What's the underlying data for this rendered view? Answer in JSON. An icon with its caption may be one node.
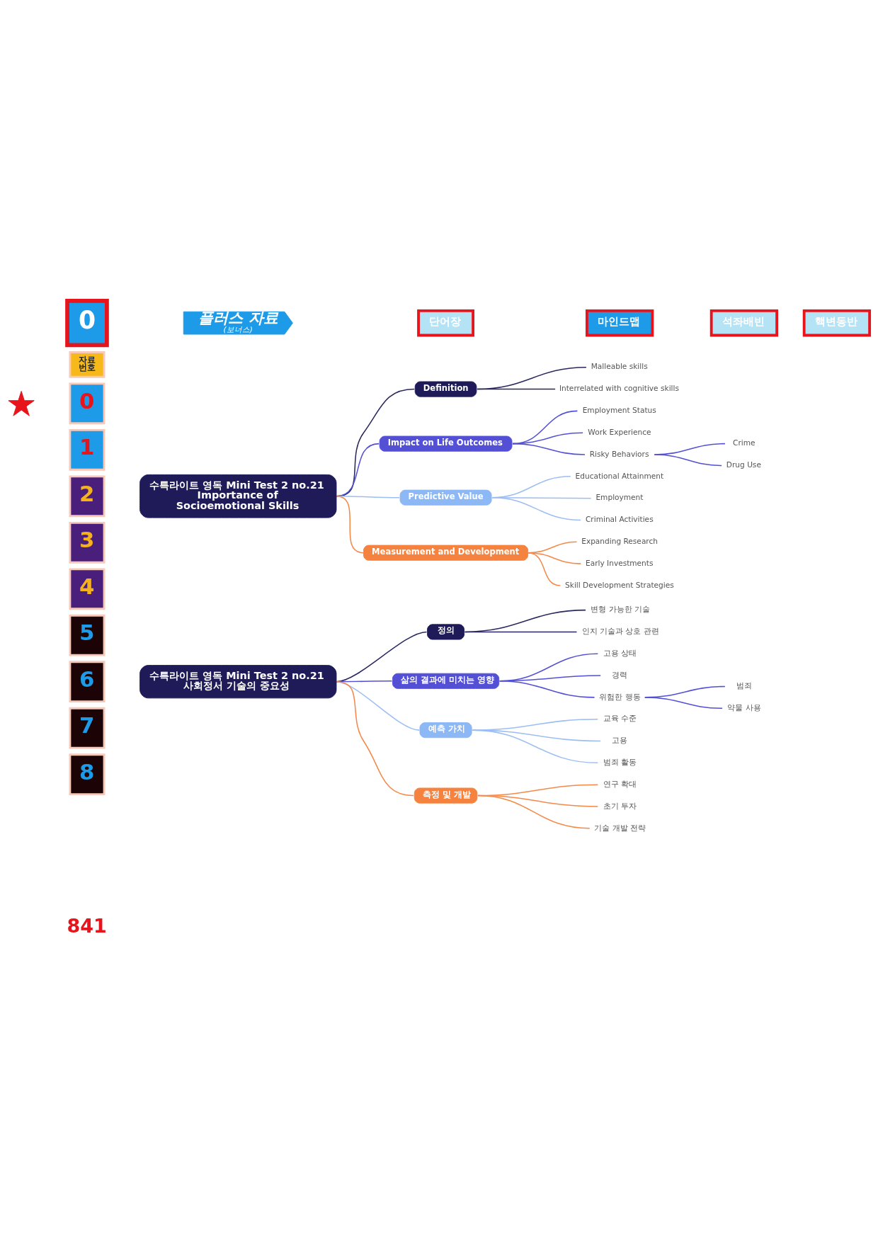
{
  "diagram": {
    "nodes": [
      {
        "text": [
          "0"
        ]
      },
      {
        "text": [
          "플러스 자료",
          "(보너스)"
        ]
      },
      {
        "text": [
          "단어장"
        ]
      },
      {
        "text": [
          "마인드맵"
        ]
      },
      {
        "text": [
          "석좌배빈"
        ]
      },
      {
        "text": [
          "핵변동반"
        ]
      },
      {
        "text": [
          "자료 번호"
        ]
      },
      {
        "text": [],
        "shape": "star"
      },
      {
        "text": [
          "0"
        ]
      },
      {
        "text": [
          "1"
        ]
      },
      {
        "text": [
          "2"
        ]
      },
      {
        "text": [
          "3"
        ]
      },
      {
        "text": [
          "4"
        ]
      },
      {
        "text": [
          "5"
        ]
      },
      {
        "text": [
          "6"
        ]
      },
      {
        "text": [
          "7"
        ]
      },
      {
        "text": [
          "8"
        ]
      },
      {
        "text": [
          "수특라이트 영독 Mini Test 2 no.21 Importance of Socioemotional Skills"
        ]
      },
      {
        "text": [
          "Definition"
        ]
      },
      {
        "text": [
          "Malleable skills"
        ]
      },
      {
        "text": [
          "Interrelated with cognitive skills"
        ]
      },
      {
        "text": [
          "Impact on Life Outcomes"
        ]
      },
      {
        "text": [
          "Employment Status"
        ]
      },
      {
        "text": [
          "Work Experience"
        ]
      },
      {
        "text": [
          "Risky Behaviors"
        ]
      },
      {
        "text": [
          "Crime"
        ]
      },
      {
        "text": [
          "Drug Use"
        ]
      },
      {
        "text": [
          "Predictive Value"
        ]
      },
      {
        "text": [
          "Educational Attainment"
        ]
      },
      {
        "text": [
          "Employment"
        ]
      },
      {
        "text": [
          "Criminal Activities"
        ]
      },
      {
        "text": [
          "Measurement and Development"
        ]
      },
      {
        "text": [
          "Expanding Research"
        ]
      },
      {
        "text": [
          "Early Investments"
        ]
      },
      {
        "text": [
          "Skill Development Strategies"
        ]
      },
      {
        "text": [
          "수특라이트 영독 Mini Test 2 no.21 사회정서 기술의 중요성"
        ]
      },
      {
        "text": [
          "정의"
        ]
      },
      {
        "text": [
          "변형 가능한 기술"
        ]
      },
      {
        "text": [
          "인지 기술과 상호 관련"
        ]
      },
      {
        "text": [
          "삶의 결과에 미치는 영향"
        ]
      },
      {
        "text": [
          "고용 상태"
        ]
      },
      {
        "text": [
          "경력"
        ]
      },
      {
        "text": [
          "위험한 행동"
        ]
      },
      {
        "text": [
          "범죄"
        ]
      },
      {
        "text": [
          "약물 사용"
        ]
      },
      {
        "text": [
          "예측 가치"
        ]
      },
      {
        "text": [
          "교육 수준"
        ]
      },
      {
        "text": [
          "고용"
        ]
      },
      {
        "text": [
          "범죄 활동"
        ]
      },
      {
        "text": [
          "측정 및 개발"
        ]
      },
      {
        "text": [
          "연구 확대"
        ]
      },
      {
        "text": [
          "초기 투자"
        ]
      },
      {
        "text": [
          "기술 개발 전략"
        ]
      }
    ],
    "edges": [
      {
        "from": 17,
        "to": 18,
        "arrow": "none",
        "color": "#2a285e"
      },
      {
        "from": 18,
        "to": 19,
        "arrow": "none",
        "color": "#2a285e"
      },
      {
        "from": 18,
        "to": 20,
        "arrow": "none",
        "color": "#2a285e"
      },
      {
        "from": 17,
        "to": 21,
        "arrow": "none"
      },
      {
        "from": 21,
        "to": 22,
        "arrow": "none"
      },
      {
        "from": 21,
        "to": 23,
        "arrow": "none"
      },
      {
        "from": 21,
        "to": 24,
        "arrow": "none"
      },
      {
        "from": 24,
        "to": 25,
        "arrow": "none"
      },
      {
        "from": 24,
        "to": 26,
        "arrow": "none"
      },
      {
        "from": 17,
        "to": 27,
        "arrow": "none",
        "color": "#9cbef3"
      },
      {
        "from": 27,
        "to": 28,
        "arrow": "none",
        "color": "#9cbef3"
      },
      {
        "from": 27,
        "to": 29,
        "arrow": "none",
        "color": "#9cbef3"
      },
      {
        "from": 27,
        "to": 30,
        "arrow": "none",
        "color": "#9cbef3"
      },
      {
        "from": 17,
        "to": 31,
        "arrow": "none",
        "color": "#f4894a"
      },
      {
        "from": 31,
        "to": 32,
        "arrow": "none",
        "color": "#f4894a"
      },
      {
        "from": 31,
        "to": 33,
        "arrow": "none",
        "color": "#f4894a"
      },
      {
        "from": 31,
        "to": 34,
        "arrow": "none",
        "color": "#f4894a"
      },
      {
        "from": 35,
        "to": 36,
        "arrow": "none",
        "color": "#2a285e"
      },
      {
        "from": 36,
        "to": 37,
        "arrow": "none",
        "color": "#2a285e"
      },
      {
        "from": 36,
        "to": 38,
        "arrow": "none",
        "color": "#2a285e"
      },
      {
        "from": 35,
        "to": 39,
        "arrow": "none"
      },
      {
        "from": 39,
        "to": 40,
        "arrow": "none"
      },
      {
        "from": 39,
        "to": 41,
        "arrow": "none"
      },
      {
        "from": 39,
        "to": 42,
        "arrow": "none"
      },
      {
        "from": 42,
        "to": 43,
        "arrow": "none"
      },
      {
        "from": 42,
        "to": 44,
        "arrow": "none"
      },
      {
        "from": 35,
        "to": 45,
        "arrow": "none",
        "color": "#9cbef3"
      },
      {
        "from": 45,
        "to": 46,
        "arrow": "none",
        "color": "#9cbef3"
      },
      {
        "from": 45,
        "to": 47,
        "arrow": "none",
        "color": "#9cbef3"
      },
      {
        "from": 45,
        "to": 48,
        "arrow": "none",
        "color": "#9cbef3"
      },
      {
        "from": 35,
        "to": 49,
        "arrow": "none",
        "color": "#f4894a"
      },
      {
        "from": 49,
        "to": 50,
        "arrow": "none",
        "color": "#f4894a"
      },
      {
        "from": 49,
        "to": 51,
        "arrow": "none",
        "color": "#f4894a"
      },
      {
        "from": 49,
        "to": 52,
        "arrow": "none",
        "color": "#f4894a"
      }
    ],
    "labels": [
      "841"
    ]
  }
}
